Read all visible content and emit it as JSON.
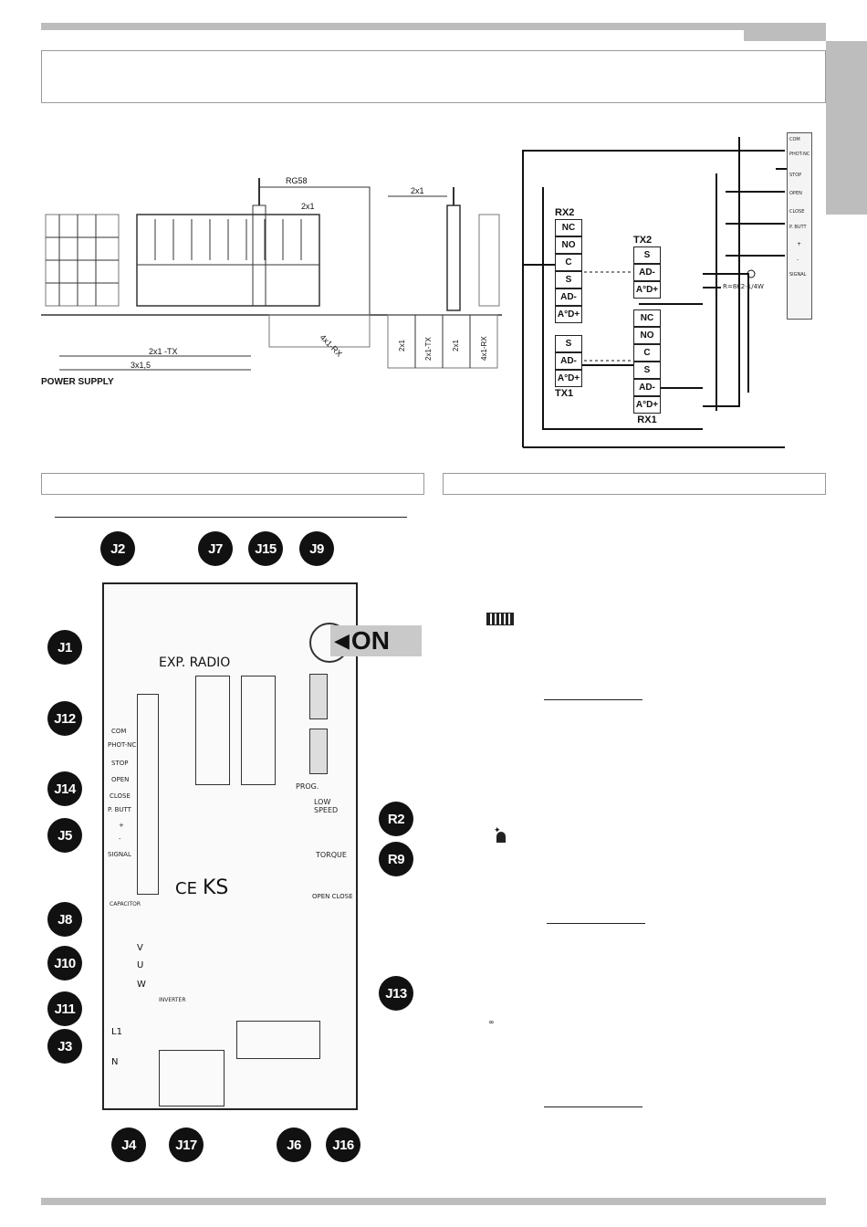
{
  "gate_diagram": {
    "cable_rg58": "RG58",
    "cable_2x1_top": "2x1",
    "cable_2x1_right": "2x1",
    "cable_4x1_rx": "4x1-RX",
    "cable_2x1_tx": "2x1 -TX",
    "cable_3x1_5": "3x1,5",
    "vertical_labels": [
      "2x1",
      "2x1-TX",
      "2x1",
      "4x1-RX"
    ],
    "power_supply": "POWER SUPPLY"
  },
  "photocell_wiring": {
    "rx2": {
      "title": "RX2",
      "terminals": [
        "NC",
        "NO",
        "C",
        "S",
        "AD-",
        "A°D+"
      ]
    },
    "tx2": {
      "title": "TX2",
      "terminals": [
        "S",
        "AD-",
        "A°D+"
      ]
    },
    "tx1": {
      "title": "TX1",
      "terminals": [
        "S",
        "AD-",
        "A°D+"
      ]
    },
    "rx1": {
      "title": "RX1",
      "terminals": [
        "NC",
        "NO",
        "C",
        "S",
        "AD-",
        "A°D+"
      ]
    },
    "resistor_label": "R=8K2-1/4W",
    "board_strip_labels": [
      "COM",
      "PHOT-NC",
      "STOP",
      "OPEN",
      "CLOSE",
      "P. BUTT",
      "+",
      "-",
      "SIGNAL"
    ]
  },
  "board": {
    "callouts": [
      "J2",
      "J7",
      "J15",
      "J9",
      "J1",
      "J12",
      "J14",
      "J5",
      "R2",
      "R9",
      "J8",
      "J10",
      "J11",
      "J3",
      "J13",
      "J4",
      "J17",
      "J6",
      "J16"
    ],
    "on_label": "ON",
    "exp_radio": "EXP. RADIO",
    "ks_mark": "KS",
    "ce_mark": "CE",
    "terminal_labels": [
      "COM",
      "PHOT-NC",
      "STOP",
      "OPEN",
      "CLOSE",
      "P. BUTT",
      "+",
      "-",
      "SIGNAL"
    ],
    "motor_terminals": [
      "V",
      "U",
      "W"
    ],
    "power_terminals": [
      "L1",
      "N"
    ],
    "prog_label": "PROG.",
    "low_speed": "LOW SPEED",
    "torque": "TORQUE",
    "open_close": "OPEN CLOSE",
    "inverter": "INVERTER",
    "capacitor": "CAPACITOR"
  }
}
